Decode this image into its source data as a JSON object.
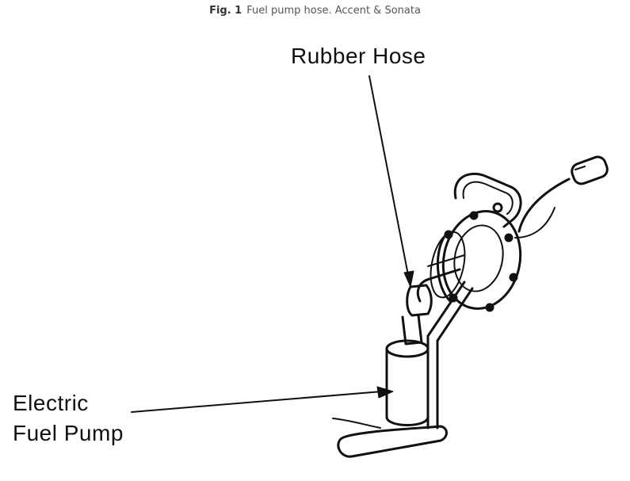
{
  "caption": {
    "fig_number": "Fig. 1",
    "text": "Fuel pump hose. Accent & Sonata"
  },
  "labels": {
    "rubber_hose": "Rubber Hose",
    "electric_fuel_pump_line1": "Electric",
    "electric_fuel_pump_line2": "Fuel Pump"
  },
  "colors": {
    "ink": "#111111",
    "caption": "#555555",
    "background": "#ffffff"
  }
}
